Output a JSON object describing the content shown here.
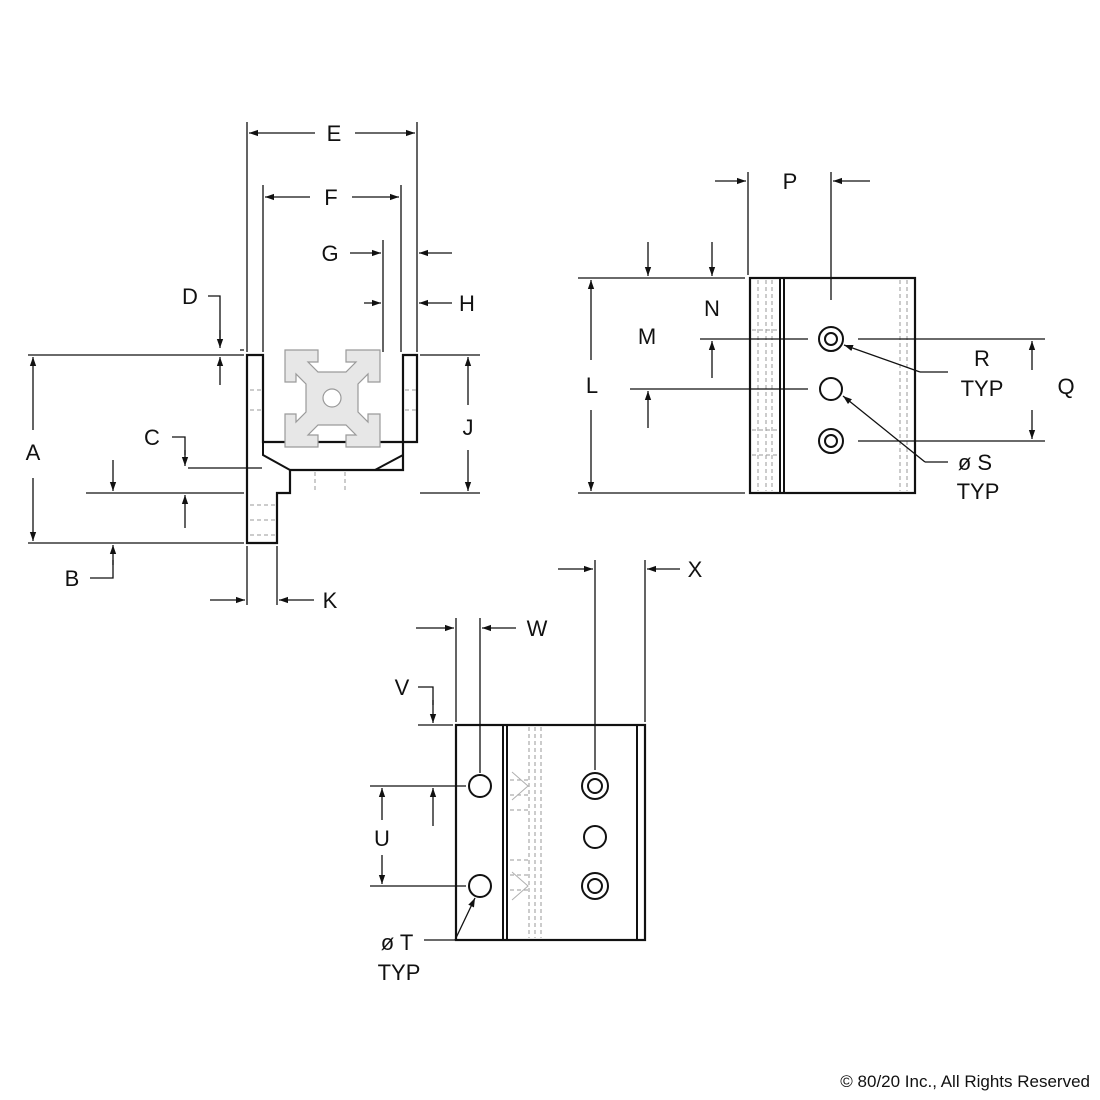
{
  "dimension_labels": {
    "A": "A",
    "B": "B",
    "C": "C",
    "D": "D",
    "E": "E",
    "F": "F",
    "G": "G",
    "H": "H",
    "J": "J",
    "K": "K",
    "L": "L",
    "M": "M",
    "N": "N",
    "P": "P",
    "Q": "Q",
    "R": "R",
    "S": "ø S",
    "T": "ø T",
    "U": "U",
    "V": "V",
    "W": "W",
    "X": "X"
  },
  "typ_label": "TYP",
  "copyright": "© 80/20 Inc., All Rights Reserved"
}
